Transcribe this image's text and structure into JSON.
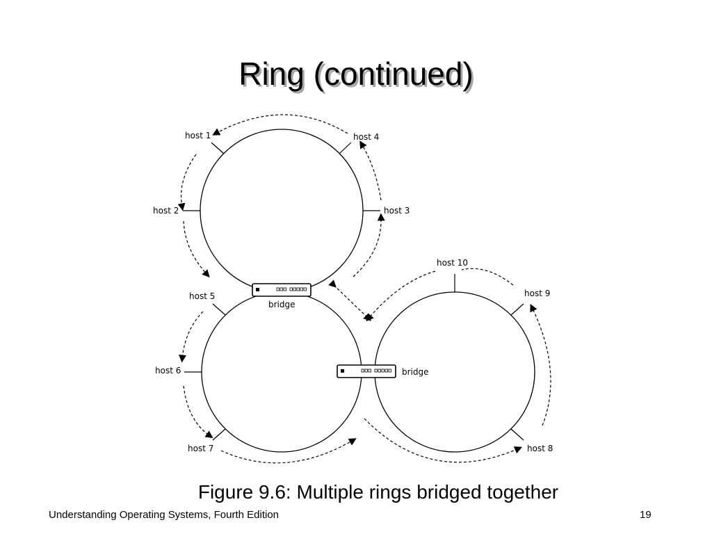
{
  "slide": {
    "title": "Ring (continued)",
    "caption": "Figure 9.6:  Multiple rings bridged together",
    "footer_left": "Understanding Operating Systems, Fourth Edition",
    "page_number": "19"
  },
  "diagram": {
    "hosts": [
      "host 1",
      "host 2",
      "host 3",
      "host 4",
      "host 5",
      "host 6",
      "host 7",
      "host 8",
      "host 9",
      "host 10"
    ],
    "bridges": [
      "bridge",
      "bridge"
    ],
    "colors": {
      "line": "#000000",
      "device_fill": "#ffffff"
    }
  }
}
